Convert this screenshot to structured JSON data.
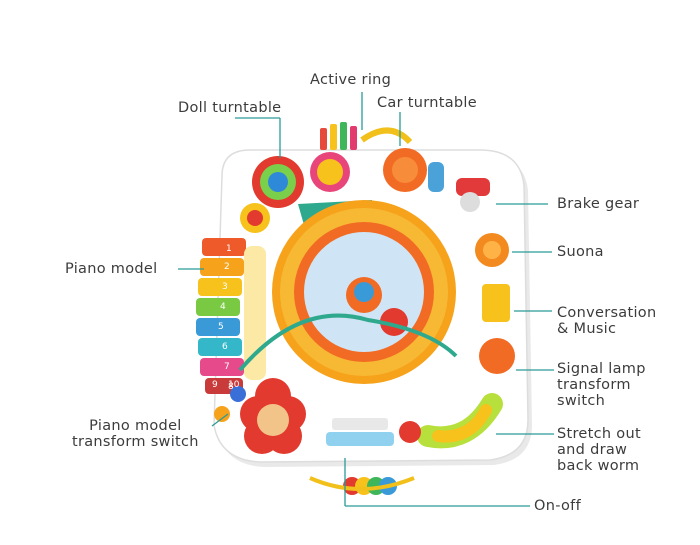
{
  "labels": {
    "active_ring": "Active ring",
    "doll_turntable": "Doll turntable",
    "car_turntable": "Car turntable",
    "brake_gear": "Brake gear",
    "suona": "Suona",
    "piano_model": "Piano model",
    "conversation_music": "Conversation\n& Music",
    "signal_lamp": "Signal lamp\ntransform\nswitch",
    "piano_transform": "Piano model\ntransform switch",
    "worm": "Stretch out\nand draw\nback worm",
    "on_off": "On-off"
  },
  "piano_keys": [
    "1",
    "2",
    "3",
    "4",
    "5",
    "6",
    "7",
    "8",
    "9",
    "10"
  ],
  "colors": {
    "leader": "#2a9a96",
    "label_text": "#3c3c3c",
    "table_body": "#ffffff",
    "ring_orange": "#f6a21b",
    "center_blue": "#cfe4f4"
  }
}
